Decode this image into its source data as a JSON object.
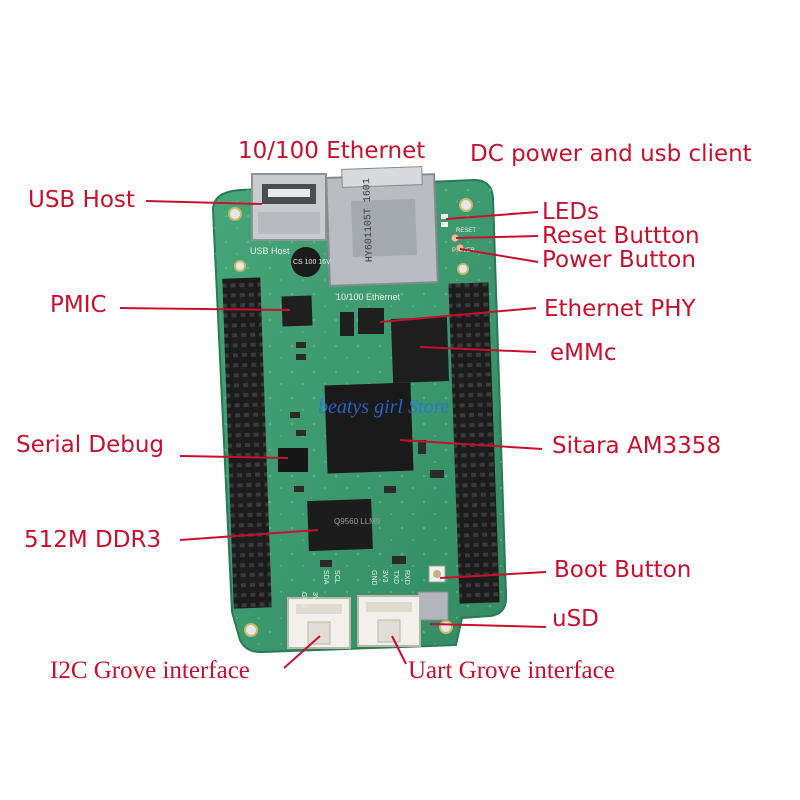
{
  "labels": {
    "ethernet": "10/100 Ethernet",
    "dc_power": "DC power and usb client",
    "usb_host": "USB Host",
    "leds": "LEDs",
    "reset": "Reset Buttton",
    "power": "Power Button",
    "pmic": "PMIC",
    "eth_phy": "Ethernet PHY",
    "emmc": "eMMc",
    "serial_debug": "Serial Debug",
    "sitara": "Sitara AM3358",
    "ddr3": "512M DDR3",
    "boot": "Boot Button",
    "usd": "uSD",
    "i2c_grove": "I2C Grove interface",
    "uart_grove": "Uart Grove interface"
  },
  "board_text": {
    "usb_host_silk": "USB Host",
    "ethernet_silk": "10/100 Ethernet",
    "jack_text": "HY601105T 1601",
    "cap_text": "CS 100 16V",
    "reset_silk": "RESET",
    "power_silk": "POWER",
    "ddr_chip_text": "Q9560 LLM9",
    "i2c_pins": [
      "GND",
      "3V3",
      "SDA",
      "SCL"
    ],
    "uart_pins": [
      "GND",
      "3V3",
      "TXD",
      "RXD"
    ]
  },
  "watermark": "beatys girl Store",
  "colors": {
    "label_red": "#c8102e",
    "pcb_green": "#3c9a6e",
    "header_black": "#1a1a1a",
    "watermark_blue": "#2f6fe0"
  }
}
